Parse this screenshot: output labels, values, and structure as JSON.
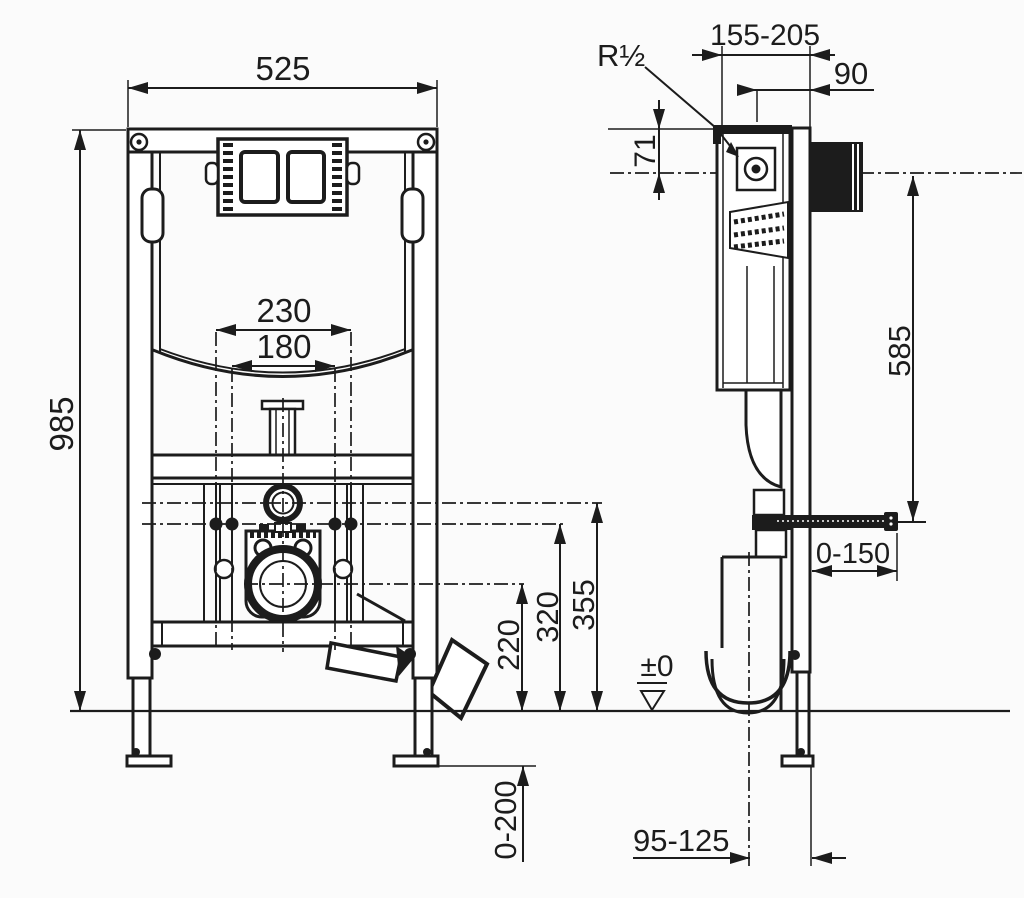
{
  "drawing": {
    "title_hint": "concealed-cistern-installation-frame",
    "colors": {
      "ink": "#1c1c1c",
      "background": "#fbfbfb"
    },
    "front": {
      "width": "525",
      "height": "985",
      "spacing_outer": "230",
      "spacing_inner": "180",
      "h_supply": "355",
      "h_fixing": "320",
      "h_outlet": "220",
      "leg_range": "0-200"
    },
    "side": {
      "depth_range": "155-205",
      "offset_top": "90",
      "thread": "R½",
      "inlet_drop": "71",
      "rod_height": "585",
      "rod_range": "0-150",
      "outlet_range": "95-125",
      "floor_level": "±0"
    }
  }
}
